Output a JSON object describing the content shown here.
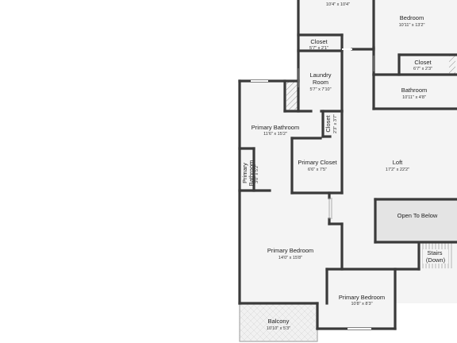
{
  "rooms": {
    "top_room": {
      "name": "",
      "dims": "10'4\" x 10'4\""
    },
    "bedroom": {
      "name": "Bedroom",
      "dims": "10'11\" x 13'2\""
    },
    "closet_top": {
      "name": "Closet",
      "dims": "5'7\" x 2'1\""
    },
    "closet_right": {
      "name": "Closet",
      "dims": "6'7\" x 2'3\""
    },
    "laundry": {
      "name": "Laundry Room",
      "dims": "5'7\" x 7'10\""
    },
    "bathroom": {
      "name": "Bathroom",
      "dims": "10'11\" x 4'8\""
    },
    "primary_bath": {
      "name": "Primary Bathroom",
      "dims": "11'6\" x 15'2\""
    },
    "closet_small": {
      "name": "Closet",
      "dims": "2'3\" x 3'7\""
    },
    "primary_closet": {
      "name": "Primary Closet",
      "dims": "6'6\" x 7'5\""
    },
    "loft": {
      "name": "Loft",
      "dims": "17'2\" x 22'2\""
    },
    "primary_bath_sm": {
      "name": "Primary Bathroom",
      "dims": "3'0\" x 5'2\""
    },
    "open_to_below": {
      "name": "Open To Below"
    },
    "stairs": {
      "line1": "Stairs",
      "line2": "(Down)"
    },
    "primary_bedroom": {
      "name": "Primary Bedroom",
      "dims": "14'0\" x 15'8\""
    },
    "primary_bedroom2": {
      "name": "Primary Bedroom",
      "dims": "10'8\" x 8'3\""
    },
    "balcony": {
      "name": "Balcony",
      "dims": "10'10\" x 5'3\""
    }
  },
  "colors": {
    "wall": "#3a3a3a",
    "floor": "#f4f4f4",
    "open_to_below": "#e4e4e4",
    "balcony": "#f0f0f0"
  }
}
